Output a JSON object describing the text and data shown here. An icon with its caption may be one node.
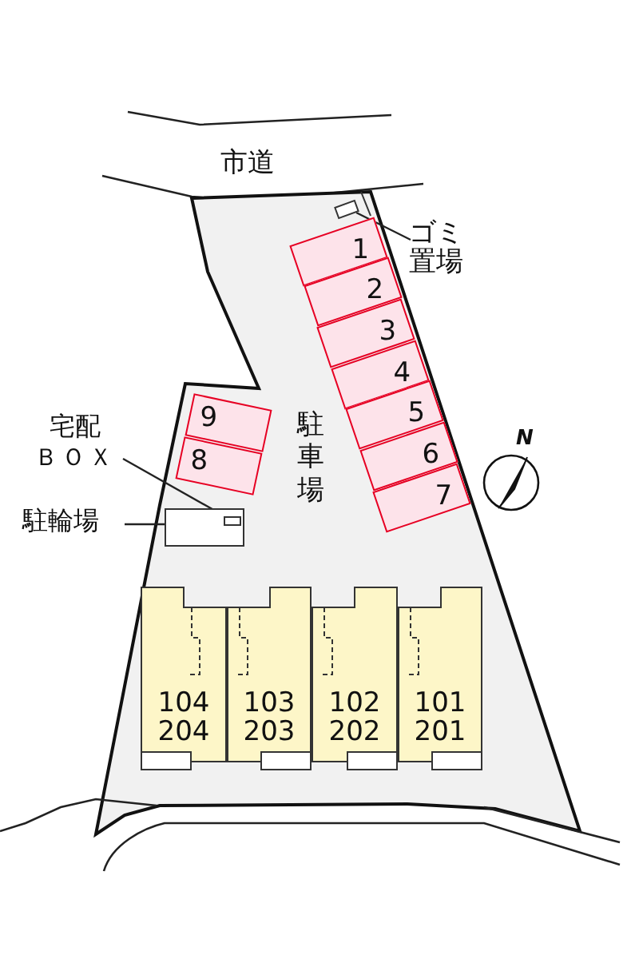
{
  "diagram": {
    "nodes": [
      {
        "text": [],
        "shape": "box"
      },
      {
        "text": [
          "ゴミ置場"
        ]
      },
      {
        "text": [
          "1"
        ]
      },
      {
        "text": [
          "2"
        ]
      },
      {
        "text": [
          "3"
        ]
      },
      {
        "text": [
          "4"
        ]
      },
      {
        "text": [
          "5"
        ]
      },
      {
        "text": [
          "6"
        ]
      },
      {
        "text": [
          "7"
        ]
      },
      {
        "text": [
          "9"
        ]
      },
      {
        "text": [
          "8"
        ]
      },
      {
        "text": [
          "宅配",
          "ＢＯＸ"
        ]
      },
      {
        "text": [
          "駐輪場"
        ]
      },
      {
        "text": [],
        "shape": "box"
      },
      {
        "text": [],
        "shape": "box",
        "in": 13
      },
      {
        "text": [
          "104",
          "204"
        ]
      },
      {
        "text": [
          "103",
          "203"
        ]
      },
      {
        "text": [
          "102",
          "202"
        ]
      },
      {
        "text": [
          "101",
          "201"
        ]
      }
    ],
    "edges": [
      {
        "from": 1,
        "to": 0,
        "arrow": "none"
      },
      {
        "from": 11,
        "to": 14,
        "arrow": "none"
      },
      {
        "from": 12,
        "to": 13,
        "arrow": "none"
      }
    ],
    "labels": [
      "市道",
      "駐車場",
      "N"
    ]
  }
}
